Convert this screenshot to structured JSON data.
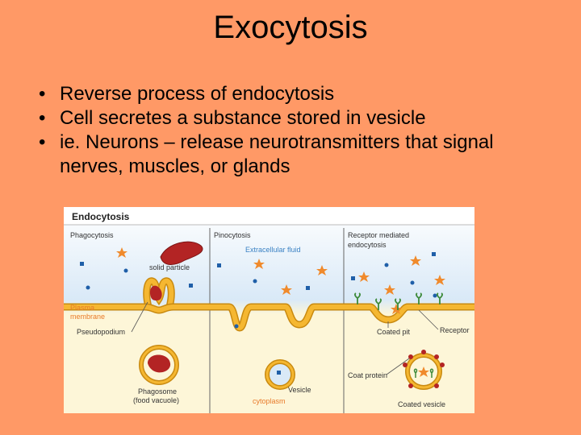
{
  "slide": {
    "title": "Exocytosis",
    "bullet_char": "•",
    "bullets": [
      {
        "text": "Reverse process of endocytosis"
      },
      {
        "text": "Cell secretes a substance stored in vesicle"
      },
      {
        "text": "ie. Neurons – release neurotransmitters that signal nerves, muscles, or glands"
      }
    ]
  },
  "figure": {
    "heading": "Endocytosis",
    "sections": {
      "phagocytosis": "Phagocytosis",
      "pinocytosis": "Pinocytosis",
      "receptor_line1": "Receptor mediated",
      "receptor_line2": "endocytosis"
    },
    "labels": {
      "solid_particle": "solid particle",
      "extracellular_fluid": "Extracellular fluid",
      "plasma_membrane_line1": "Plasma",
      "plasma_membrane_line2": "membrane",
      "pseudopodium": "Pseudopodium",
      "phagosome_line1": "Phagosome",
      "phagosome_line2": "(food vacuole)",
      "vesicle": "Vesicle",
      "cytoplasm": "cytoplasm",
      "coated_pit": "Coated pit",
      "receptor": "Receptor",
      "coat_protein": "Coat protein",
      "coated_vesicle": "Coated vesicle"
    },
    "colors": {
      "membrane": "#f5b731",
      "membrane_edge": "#c98a10",
      "particle": "#b32424",
      "molecule_square": "#1f5fa8",
      "molecule_star": "#f08a2c",
      "receptor": "#3d8a3a",
      "extracellular": "#d9e9f7",
      "cytoplasm_bg": "#fdf6d8"
    }
  }
}
